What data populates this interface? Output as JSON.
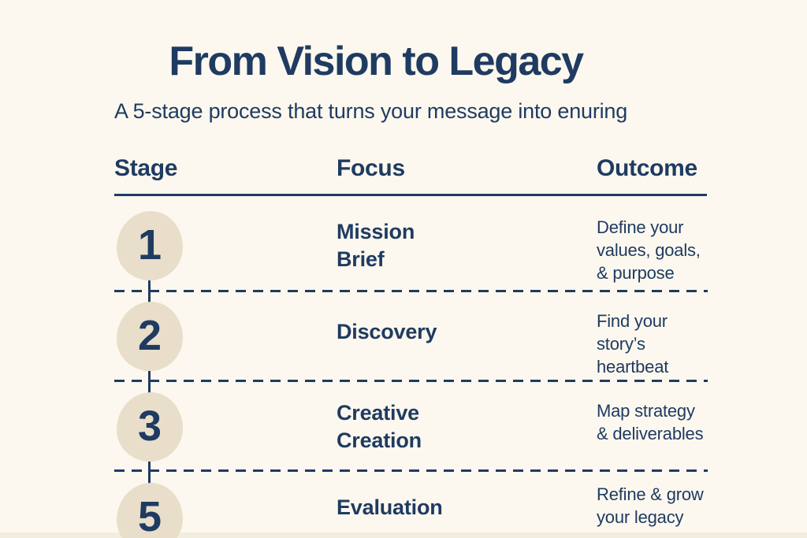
{
  "page": {
    "title": "From Vision to Legacy",
    "subtitle": "A 5-stage process that turns your message into enuring"
  },
  "table": {
    "headers": {
      "stage": "Stage",
      "focus": "Focus",
      "outcome": "Outcome"
    },
    "rows": [
      {
        "stage": "1",
        "focus": "Mission\nBrief",
        "outcome": "Define your\nvalues, goals,\n& purpose"
      },
      {
        "stage": "2",
        "focus": "Discovery",
        "outcome": "Find your\nstory’s\nheartbeat"
      },
      {
        "stage": "3",
        "focus": "Creative\nCreation",
        "outcome": "Map strategy\n& deliverables"
      },
      {
        "stage": "5",
        "focus": "Evaluation",
        "outcome": "Refine & grow\nyour legacy"
      }
    ]
  },
  "colors": {
    "background": "#FCF8EF",
    "ink": "#1F3B61",
    "stage_circle": "#E8DEC9"
  }
}
